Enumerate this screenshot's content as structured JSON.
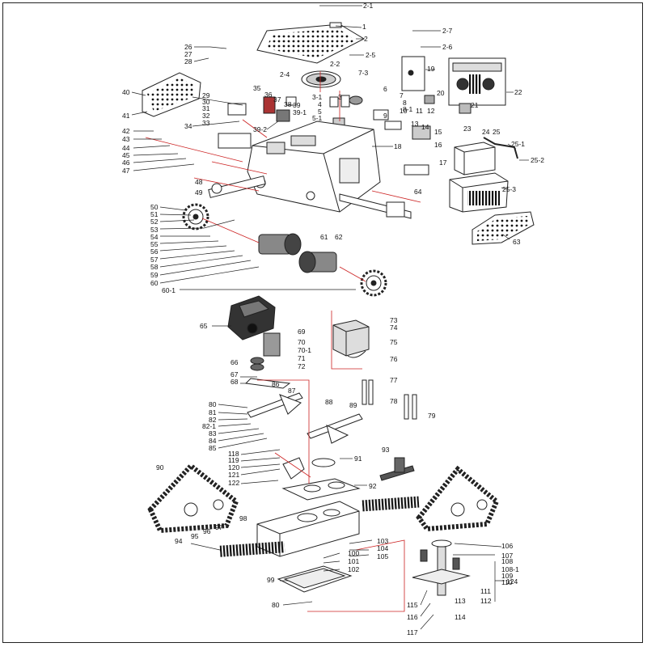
{
  "diagram": {
    "labels": [
      "2-1",
      "1",
      "2",
      "2-7",
      "2-5",
      "2-6",
      "26",
      "27",
      "28",
      "19",
      "22",
      "2-2",
      "2-4",
      "7-3",
      "6",
      "7",
      "8",
      "8-1",
      "20",
      "21",
      "3-1",
      "3",
      "4",
      "5",
      "5-1",
      "9",
      "10",
      "11",
      "12",
      "13",
      "14",
      "15",
      "16",
      "17",
      "18",
      "64",
      "40",
      "41",
      "29",
      "30",
      "31",
      "32",
      "33",
      "34",
      "35",
      "36",
      "37",
      "38",
      "39",
      "39-1",
      "39-2",
      "23",
      "24",
      "25",
      "25-1",
      "25-2",
      "25-3",
      "63",
      "42",
      "43",
      "44",
      "45",
      "46",
      "47",
      "48",
      "49",
      "50",
      "51",
      "52",
      "53",
      "54",
      "55",
      "56",
      "57",
      "58",
      "59",
      "60",
      "60-1",
      "61",
      "62",
      "65",
      "69",
      "70",
      "70-1",
      "71",
      "72",
      "66",
      "67",
      "68",
      "86",
      "87",
      "73",
      "74",
      "75",
      "76",
      "77",
      "78",
      "79",
      "80",
      "81",
      "82",
      "82-1",
      "83",
      "84",
      "85",
      "88",
      "89",
      "118",
      "119",
      "120",
      "121",
      "122",
      "91",
      "93",
      "90",
      "92",
      "98",
      "97",
      "96",
      "95",
      "94",
      "103",
      "104",
      "105",
      "100",
      "101",
      "102",
      "99",
      "80",
      "106",
      "107",
      "108",
      "108-1",
      "109",
      "110",
      "111",
      "112",
      "113",
      "114",
      "115",
      "116",
      "117",
      "124"
    ]
  }
}
